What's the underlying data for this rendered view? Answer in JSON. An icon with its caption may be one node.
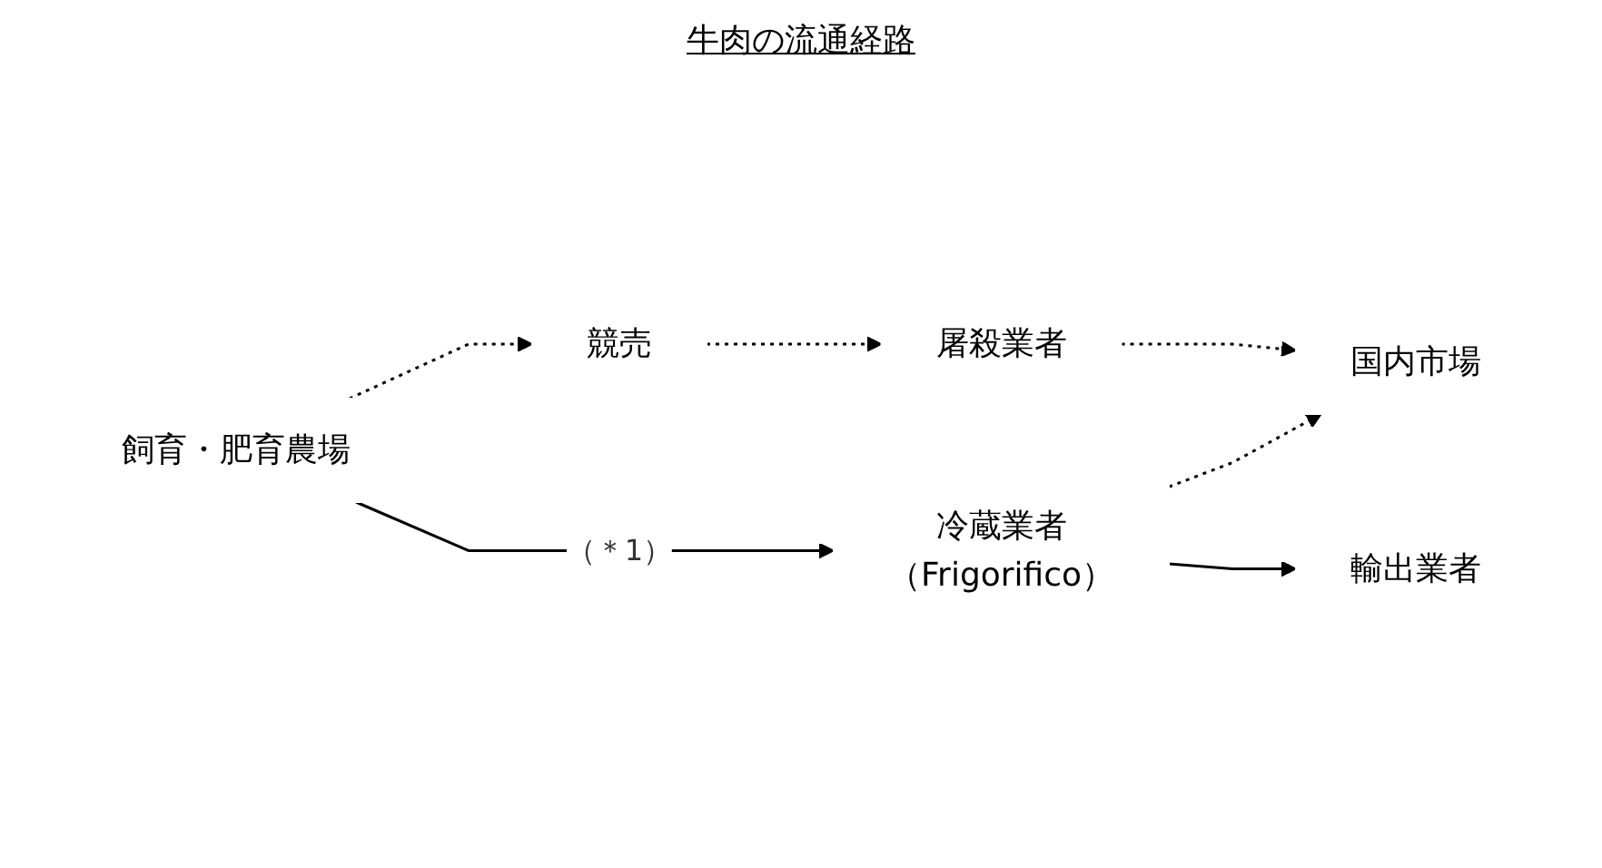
{
  "diagram": {
    "title": "牛肉の流通経路",
    "nodes": [
      {
        "text": [
          "飼育・肥育農場"
        ]
      },
      {
        "text": [
          "競売"
        ]
      },
      {
        "text": [
          "屠殺業者"
        ]
      },
      {
        "text": [
          "国内市場"
        ]
      },
      {
        "text": [
          "冷蔵業者",
          "（Frigorifico）"
        ]
      },
      {
        "text": [
          "輸出業者"
        ]
      }
    ],
    "edges": [
      {
        "from": 0,
        "to": 1,
        "arrow": "to",
        "style": "dashed"
      },
      {
        "from": 1,
        "to": 2,
        "arrow": "to",
        "style": "dashed"
      },
      {
        "from": 2,
        "to": 3,
        "arrow": "to",
        "style": "dashed"
      },
      {
        "from": 0,
        "to": 4,
        "arrow": "to",
        "label": "（＊1）"
      },
      {
        "from": 4,
        "to": 3,
        "arrow": "to",
        "style": "dashed"
      },
      {
        "from": 4,
        "to": 5,
        "arrow": "to"
      }
    ]
  }
}
